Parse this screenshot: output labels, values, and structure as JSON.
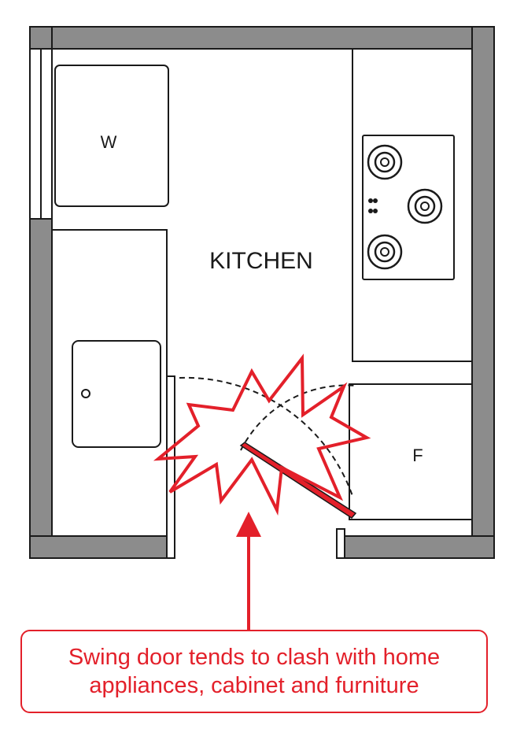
{
  "room": {
    "name": "KITCHEN"
  },
  "appliances": {
    "washer_label": "W",
    "fridge_label": "F"
  },
  "callout": {
    "line1": "Swing door tends to clash with home",
    "line2": "appliances, cabinet and furniture"
  },
  "colors": {
    "wall": "#8c8c8c",
    "outline": "#1a1a1a",
    "warning": "#e3202a",
    "background": "#ffffff"
  }
}
